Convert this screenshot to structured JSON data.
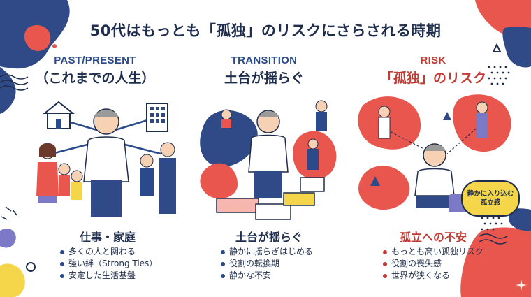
{
  "title": "50代はもっとも「孤独」のリスクにさらされる時期",
  "columns": [
    {
      "eyebrow": "PAST/PRESENT",
      "subtitle": "（これまでの人生）",
      "section_title": "仕事・家庭",
      "bullets": [
        "多くの人と関わる",
        "強い絆（Strong Ties）",
        "安定した生活基盤"
      ]
    },
    {
      "eyebrow": "TRANSITION",
      "subtitle": "土台が揺らぐ",
      "section_title": "土台が揺らぐ",
      "bullets": [
        "静かに揺らぎはじめる",
        "役割の転換期",
        "静かな不安"
      ]
    },
    {
      "eyebrow": "RISK",
      "subtitle": "「孤独」のリスク",
      "section_title": "孤立への不安",
      "bullets": [
        "もっとも高い孤独リスク",
        "役割の喪失感",
        "世界が狭くなる"
      ]
    }
  ],
  "bubble": {
    "line1": "静かに入り込む",
    "line2": "孤立感"
  },
  "icons": [
    "house-icon",
    "building-icon",
    "sparkle-icon"
  ],
  "colors": {
    "navy": "#1f2d4d",
    "blue": "#2b4a8b",
    "red": "#c23b35",
    "coral": "#e9564e",
    "yellow": "#f5d64a"
  }
}
